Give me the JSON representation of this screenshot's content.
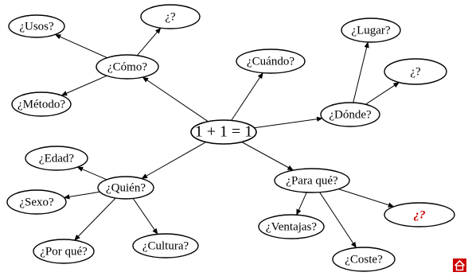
{
  "diagram": {
    "center": {
      "label": "1 + 1 = 1"
    },
    "nodes": [
      {
        "id": "como",
        "label": "¿Cómo?"
      },
      {
        "id": "usos",
        "label": "¿Usos?"
      },
      {
        "id": "como_q",
        "label": "¿?"
      },
      {
        "id": "metodo",
        "label": "¿Método?"
      },
      {
        "id": "cuando",
        "label": "¿Cuándo?"
      },
      {
        "id": "donde",
        "label": "¿Dónde?"
      },
      {
        "id": "lugar",
        "label": "¿Lugar?"
      },
      {
        "id": "donde_q",
        "label": "¿?"
      },
      {
        "id": "quien",
        "label": "¿Quién?"
      },
      {
        "id": "edad",
        "label": "¿Edad?"
      },
      {
        "id": "sexo",
        "label": "¿Sexo?"
      },
      {
        "id": "porque",
        "label": "¿Por qué?"
      },
      {
        "id": "cultura",
        "label": "¿Cultura?"
      },
      {
        "id": "paraque",
        "label": "¿Para qué?"
      },
      {
        "id": "ventajas",
        "label": "¿Ventajas?"
      },
      {
        "id": "coste",
        "label": "¿Coste?"
      },
      {
        "id": "paraque_q",
        "label": "¿?"
      }
    ],
    "edges": [
      {
        "from": "center",
        "to": "como"
      },
      {
        "from": "center",
        "to": "cuando"
      },
      {
        "from": "center",
        "to": "donde"
      },
      {
        "from": "center",
        "to": "quien"
      },
      {
        "from": "center",
        "to": "paraque"
      },
      {
        "from": "como",
        "to": "usos"
      },
      {
        "from": "como",
        "to": "como_q"
      },
      {
        "from": "como",
        "to": "metodo"
      },
      {
        "from": "donde",
        "to": "lugar"
      },
      {
        "from": "donde",
        "to": "donde_q"
      },
      {
        "from": "quien",
        "to": "edad"
      },
      {
        "from": "quien",
        "to": "sexo"
      },
      {
        "from": "quien",
        "to": "porque"
      },
      {
        "from": "quien",
        "to": "cultura"
      },
      {
        "from": "paraque",
        "to": "ventajas"
      },
      {
        "from": "paraque",
        "to": "coste"
      },
      {
        "from": "paraque",
        "to": "paraque_q"
      }
    ],
    "highlight_color": "#cc0000"
  },
  "nav": {
    "home_icon": "home-icon"
  }
}
